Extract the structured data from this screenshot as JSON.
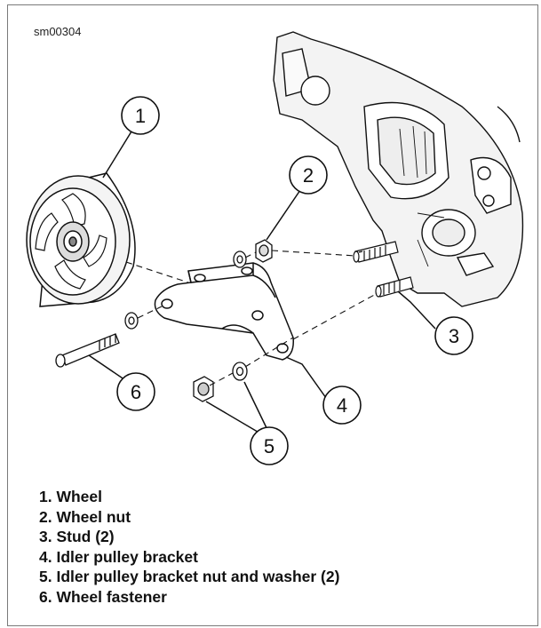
{
  "figure_id": "sm00304",
  "callouts": [
    "1",
    "2",
    "3",
    "4",
    "5",
    "6"
  ],
  "legend": [
    "1. Wheel",
    "2. Wheel nut",
    "3. Stud (2)",
    "4. Idler pulley bracket",
    "5. Idler pulley bracket nut and washer (2)",
    "6. Wheel fastener"
  ],
  "colors": {
    "line": "#111111",
    "housing_fill": "#f3f3f3",
    "part_fill": "#ffffff",
    "border": "#7a7a7a"
  }
}
